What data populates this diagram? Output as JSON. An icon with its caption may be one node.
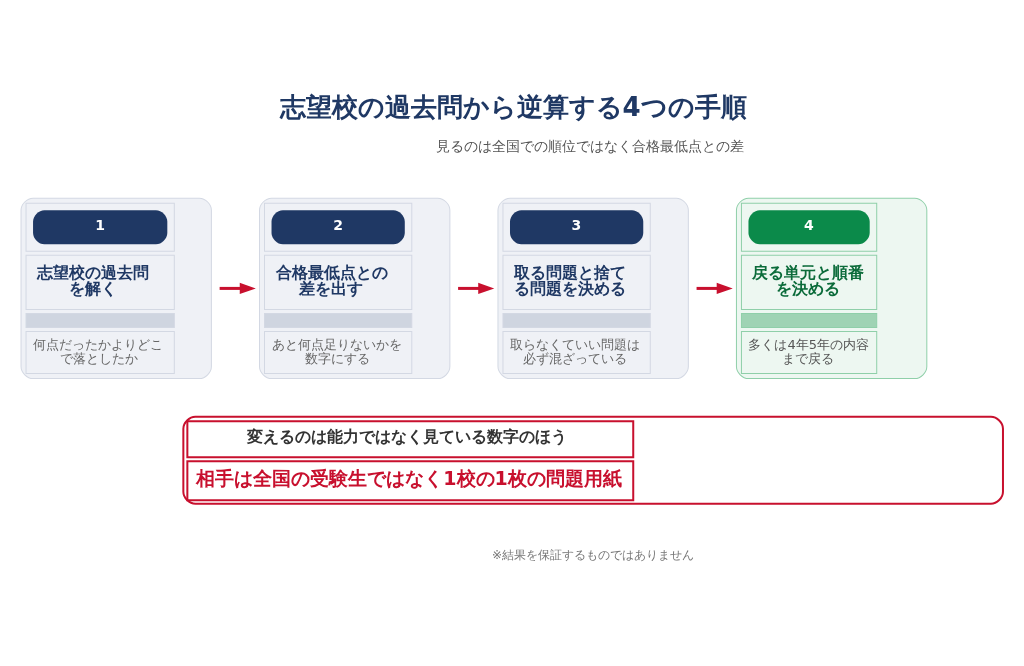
{
  "diagram": {
    "title": "志望校の過去問から逆算する4つの手順",
    "nodes": [
      {
        "text": [
          "1",
          "志望校の過去問を解く",
          "何点だったかよりどこで落としたか"
        ]
      },
      {
        "text": [
          "2",
          "合格最低点との差を出す",
          "あと何点足りないかを数字にする"
        ]
      },
      {
        "text": [
          "3",
          "取る問題と捨てる問題を決める",
          "取らなくていい問題は必ず混ざっている"
        ]
      },
      {
        "text": [
          "4",
          "戻る単元と順番を決める",
          "多くは4年5年の内容まで戻る"
        ]
      },
      {
        "text": [
          "変えるのは能力ではなく見ている数字のほう",
          "相手は全国の受験生ではなく1校の1枚の問題用紙"
        ]
      }
    ],
    "edges": [
      {
        "from": 0,
        "to": 1,
        "arrow": "to"
      },
      {
        "from": 1,
        "to": 2,
        "arrow": "to"
      },
      {
        "from": 2,
        "to": 3,
        "arrow": "to"
      }
    ],
    "labels": [
      "見るのは全国での順位ではなく合格最低点との差",
      "※結果を保証するものではありません"
    ]
  }
}
